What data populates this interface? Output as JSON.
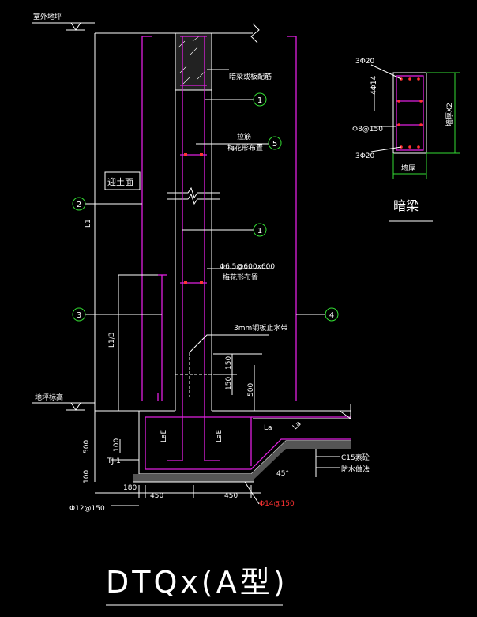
{
  "labels": {
    "outdoor_grade": "室外地坪",
    "slab_top": "地坪标高",
    "concealed_beam_note": "暗梁或板配筋",
    "tie_bar": "拉筋",
    "tie_bar_sub": "梅花形布置",
    "earth_face": "迎土面",
    "l1": "L1",
    "l1_third": "L1/3",
    "mesh": "Φ6.5@600x600",
    "mesh_sub": "梅花形布置",
    "waterstop": "3mm钢板止水带",
    "dim_150a": "150",
    "dim_150b": "150",
    "dim_500r": "500",
    "la_left": "LaE",
    "la_right": "LaE",
    "la_slab": "La",
    "la_slope": "La",
    "dim_500l": "500",
    "dim_100": "100",
    "dim_100b": "100",
    "tj": "TJ-1",
    "c15": "C15素砼",
    "waterproof": "防水做法",
    "angle": "45°",
    "dim_180": "180",
    "dim_450a": "450",
    "dim_450b": "450",
    "rebar_left": "Φ12@150",
    "rebar_right": "Φ14@150",
    "title": "DTQx(A型)"
  },
  "bubbles": [
    "1",
    "5",
    "2",
    "1",
    "3",
    "4"
  ],
  "section": {
    "top_bar": "3Φ20",
    "side_bars": "4Φ14",
    "stirrup": "Φ8@150",
    "bottom_bar": "3Φ20",
    "height": "墙厚X2",
    "width": "墙厚",
    "name": "暗梁"
  },
  "colors": {
    "background": "#000000",
    "lines": "#ffffff",
    "rebar": "#e020e0",
    "bubble": "#33dd33",
    "highlight": "#ff3333"
  }
}
